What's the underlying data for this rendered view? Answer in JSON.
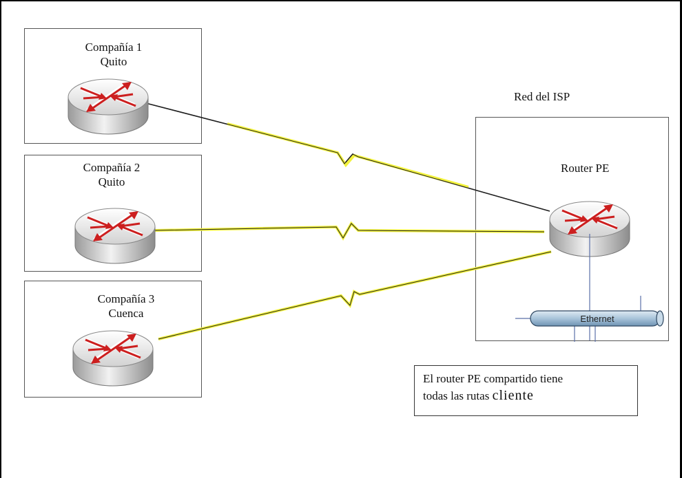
{
  "sites": [
    {
      "name": "Compañía 1",
      "city": "Quito"
    },
    {
      "name": "Compañía 2",
      "city": "Quito"
    },
    {
      "name": "Compañía 3",
      "city": "Cuenca"
    }
  ],
  "isp": {
    "network_label": "Red del ISP",
    "router_label": "Router PE",
    "lan_label": "Ethernet"
  },
  "note": {
    "line1": "El router PE compartido tiene",
    "line2": "todas las rutas",
    "line2_emph": "cliente"
  },
  "colors": {
    "link_fill": "#f2f23a",
    "arrow": "#cc1f1f",
    "ethernet": "#8fb3cf"
  },
  "icons": [
    "router-icon",
    "serial-link-icon",
    "ethernet-bus-icon"
  ]
}
